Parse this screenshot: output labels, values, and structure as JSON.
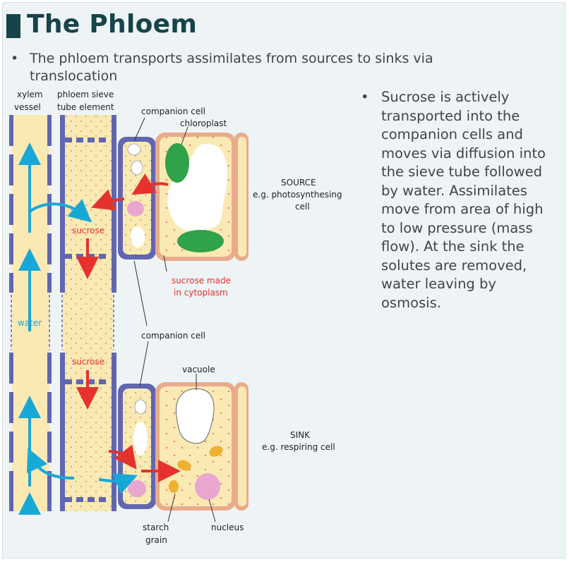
{
  "title": "The Phloem",
  "intro_bullet": "•",
  "intro_text": "The phloem transports assimilates from sources to sinks via translocation",
  "side_bullet": "•",
  "side_text": "Sucrose is actively transported into the companion cells and moves via diffusion into the sieve tube followed by water. Assimilates move from area of high to low pressure (mass flow). At the sink the solutes are removed, water leaving by osmosis.",
  "labels": {
    "xylem_1": "xylem",
    "xylem_2": "vessel",
    "phloem_1": "phloem sieve",
    "phloem_2": "tube element",
    "companion_top": "companion cell",
    "chloroplast": "chloroplast",
    "source_1": "SOURCE",
    "source_2": "e.g. photosynthesing",
    "source_3": "cell",
    "sucrose_top": "sucrose",
    "sucrose_made_1": "sucrose made",
    "sucrose_made_2": "in cytoplasm",
    "water": "water",
    "companion_bottom": "companion cell",
    "sucrose_mid": "sucrose",
    "vacuole": "vacuole",
    "sink_1": "SINK",
    "sink_2": "e.g. respiring cell",
    "starch_1": "starch",
    "starch_2": "grain",
    "nucleus": "nucleus"
  },
  "colors": {
    "title": "#17434a",
    "wall": "#6166b0",
    "cytoplasm": "#fbe9b4",
    "cell_wall": "#e9ab8b",
    "chloroplast": "#2fa24a",
    "water_arrow": "#18a8d6",
    "sucrose_arrow": "#e5322d",
    "nucleus": "#e9a7cf",
    "starch": "#f0b030"
  }
}
